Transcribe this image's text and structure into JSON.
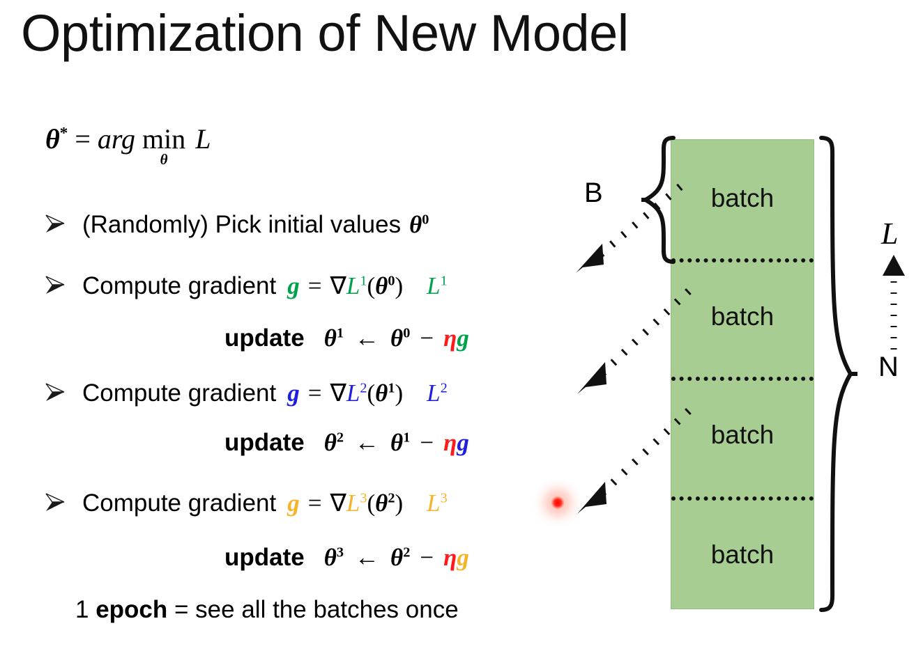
{
  "slide": {
    "title": "Optimization of New Model",
    "background_color": "#FFFFFF"
  },
  "objective": {
    "theta_star": "θ",
    "star": "*",
    "equals": "=",
    "argmin": "arg min",
    "under": "θ",
    "loss": "L",
    "full_text": "θ* = arg min_θ L"
  },
  "colors": {
    "step1": "#00A14B",
    "step2": "#1F1FE0",
    "step3": "#F6B42A",
    "eta_red": "#FF1B1B",
    "batch_fill": "#A8CD93",
    "batch_border": "#94BE7E",
    "text": "#111111"
  },
  "bullets": [
    {
      "marker": "arrow-bullet-icon",
      "text": "(Randomly) Pick initial values",
      "symbol": "θ",
      "superscript": "0"
    },
    {
      "marker": "arrow-bullet-icon",
      "text": "Compute gradient",
      "g": "g",
      "equals": "=",
      "nabla": "∇",
      "loss": "L",
      "loss_sup": "1",
      "arg_theta": "θ",
      "arg_sup": "0",
      "tag_loss": "L",
      "tag_sup": "1",
      "color": "#00A14B"
    },
    {
      "marker": "arrow-bullet-icon",
      "text": "Compute gradient",
      "g": "g",
      "equals": "=",
      "nabla": "∇",
      "loss": "L",
      "loss_sup": "2",
      "arg_theta": "θ",
      "arg_sup": "1",
      "tag_loss": "L",
      "tag_sup": "2",
      "color": "#1F1FE0"
    },
    {
      "marker": "arrow-bullet-icon",
      "text": "Compute gradient",
      "g": "g",
      "equals": "=",
      "nabla": "∇",
      "loss": "L",
      "loss_sup": "3",
      "arg_theta": "θ",
      "arg_sup": "2",
      "tag_loss": "L",
      "tag_sup": "3",
      "color": "#F6B42A"
    }
  ],
  "updates": [
    {
      "word": "update",
      "lhs": "θ",
      "lhs_sup": "1",
      "arrow": "←",
      "rhs": "θ",
      "rhs_sup": "0",
      "minus": "−",
      "eta": "η",
      "g": "g",
      "eta_color": "#FF1B1B",
      "g_color": "#00A14B"
    },
    {
      "word": "update",
      "lhs": "θ",
      "lhs_sup": "2",
      "arrow": "←",
      "rhs": "θ",
      "rhs_sup": "1",
      "minus": "−",
      "eta": "η",
      "g": "g",
      "eta_color": "#FF1B1B",
      "g_color": "#1F1FE0"
    },
    {
      "word": "update",
      "lhs": "θ",
      "lhs_sup": "3",
      "arrow": "←",
      "rhs": "θ",
      "rhs_sup": "2",
      "minus": "−",
      "eta": "η",
      "g": "g",
      "eta_color": "#FF1B1B",
      "g_color": "#F6B42A"
    }
  ],
  "epoch_note": {
    "count": "1",
    "keyword": "epoch",
    "rest": "= see all the batches once"
  },
  "diagram": {
    "batches": [
      {
        "label": "batch"
      },
      {
        "label": "batch"
      },
      {
        "label": "batch"
      },
      {
        "label": "batch"
      }
    ],
    "batch_size_label": "B",
    "dataset_size_label": "N",
    "loss_axis_label": "L",
    "left_brace_icon": "curly-brace-left-icon",
    "right_brace_icon": "curly-brace-right-icon",
    "up_arrow_icon": "dotted-up-arrow-icon",
    "pointer_arrow_icon": "dotted-diagonal-arrow-icon"
  },
  "annotations": {
    "laser_pointer": "red-laser-dot"
  }
}
